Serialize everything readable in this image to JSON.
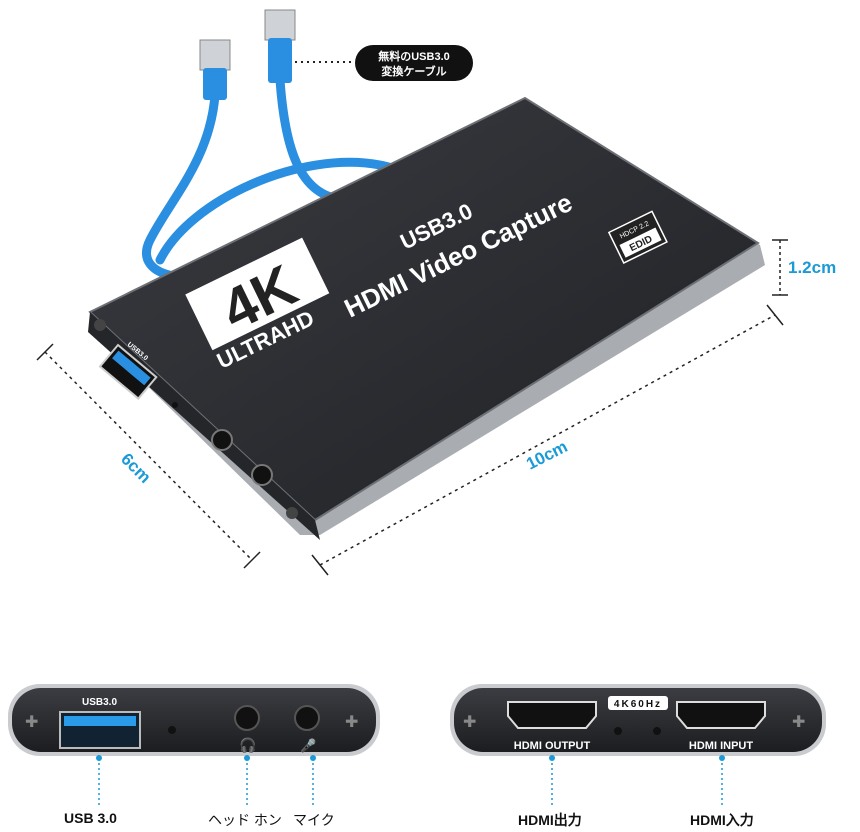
{
  "callout": {
    "line1": "無料のUSB3.0",
    "line2": "変換ケーブル"
  },
  "device": {
    "badge_4k": "4K",
    "badge_ultrahd": "ULTRAHD",
    "title_usb": "USB3.0",
    "title_product": "HDMI Video Capture",
    "hdcp": "HDCP 2.2",
    "edid": "EDID",
    "usb_port_label": "USB3.0"
  },
  "dimensions": {
    "height": "1.2cm",
    "length": "10cm",
    "width": "6cm"
  },
  "front_panel": {
    "usb_label": "USB3.0",
    "callouts": [
      "USB 3.0",
      "ヘッド ホン",
      "マイク"
    ]
  },
  "back_panel": {
    "badge": "4K60Hz",
    "output_label": "HDMI OUTPUT",
    "input_label": "HDMI INPUT",
    "callouts": [
      "HDMI出力",
      "HDMI入力"
    ]
  },
  "colors": {
    "accent": "#1a9ad6",
    "cable": "#2a8fe0",
    "body": "#2b2d31"
  }
}
